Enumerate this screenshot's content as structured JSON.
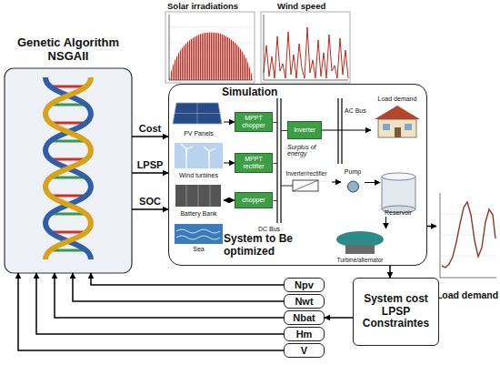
{
  "diagram": {
    "nodes": [
      {
        "text": [
          "Genetic Algorithm NSGAII"
        ]
      },
      {
        "text": [
          "Simulation",
          "System to Be optimized"
        ]
      },
      {
        "text": [
          "PV Panels"
        ],
        "in": 1
      },
      {
        "text": [
          "MPPT chopper"
        ],
        "in": 1
      },
      {
        "text": [
          "Wind turbines"
        ],
        "in": 1
      },
      {
        "text": [
          "MPPT rectifier"
        ],
        "in": 1
      },
      {
        "text": [
          "Battery Bank"
        ],
        "in": 1
      },
      {
        "text": [
          "chopper"
        ],
        "in": 1
      },
      {
        "text": [
          "Sea"
        ],
        "in": 1
      },
      {
        "text": [
          "Inverter"
        ],
        "in": 1
      },
      {
        "text": [
          "Load demand"
        ],
        "in": 1
      },
      {
        "text": [
          "Inverter/rectifier"
        ],
        "in": 1
      },
      {
        "text": [
          "Pump"
        ],
        "in": 1
      },
      {
        "text": [
          "Reservoir"
        ],
        "in": 1
      },
      {
        "text": [
          "Turbine/alternator"
        ],
        "in": 1
      },
      {
        "text": [
          "Load demand"
        ]
      },
      {
        "text": [
          "System cost LPSP Constraintes"
        ]
      },
      {
        "text": [
          "Npv"
        ]
      },
      {
        "text": [
          "Nwt"
        ]
      },
      {
        "text": [
          "Nbat"
        ]
      },
      {
        "text": [
          "Hm"
        ]
      },
      {
        "text": [
          "V"
        ]
      }
    ],
    "edges": [
      {
        "from": 0,
        "to": 1,
        "label": "Cost",
        "arrow": "to"
      },
      {
        "from": 0,
        "to": 1,
        "label": "LPSP",
        "arrow": "to"
      },
      {
        "from": 0,
        "to": 1,
        "label": "SOC",
        "arrow": "to"
      },
      {
        "from": 2,
        "to": 3,
        "arrow": "to"
      },
      {
        "from": 4,
        "to": 5,
        "arrow": "to"
      },
      {
        "from": 6,
        "to": 7,
        "arrow": "both"
      },
      {
        "from": 9,
        "to": 10,
        "arrow": "to"
      },
      {
        "from": 11,
        "to": 12,
        "arrow": "to"
      },
      {
        "from": 12,
        "to": 13,
        "arrow": "to"
      },
      {
        "from": 13,
        "to": 14,
        "arrow": "to"
      },
      {
        "from": 1,
        "to": 15,
        "arrow": "to"
      },
      {
        "from": 1,
        "to": 16,
        "arrow": "to"
      },
      {
        "from": 16,
        "to": 19,
        "arrow": "to"
      },
      {
        "from": 17,
        "to": 0,
        "arrow": "to"
      },
      {
        "from": 18,
        "to": 0,
        "arrow": "to"
      },
      {
        "from": 19,
        "to": 0,
        "arrow": "to"
      },
      {
        "from": 20,
        "to": 0,
        "arrow": "to"
      },
      {
        "from": 21,
        "to": 0,
        "arrow": "to"
      }
    ],
    "labels": [
      "Solar irradiations",
      "Wind speed",
      "DC Bus",
      "AC Bus",
      "Surplus of energy"
    ]
  }
}
